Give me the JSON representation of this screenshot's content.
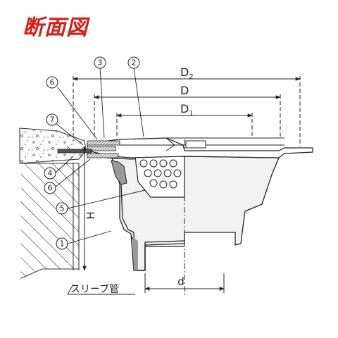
{
  "title": "断面図",
  "dimensions": {
    "D2": "D",
    "D2_sub": "2",
    "D": "D",
    "D1": "D",
    "D1_sub": "1",
    "d": "d",
    "H": "H"
  },
  "callouts": [
    "1",
    "2",
    "3",
    "4",
    "5",
    "6",
    "6",
    "7"
  ],
  "sleeve_label": "スリーブ管"
}
